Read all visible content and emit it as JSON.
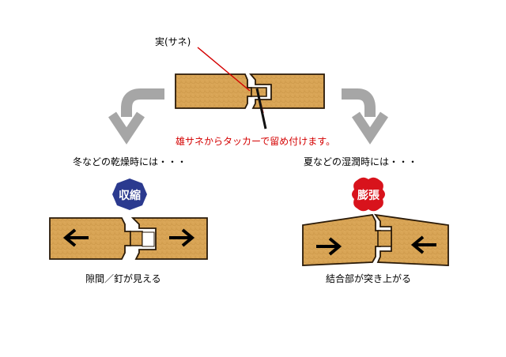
{
  "annotations": {
    "top_label": "実(サネ)",
    "fastening_note": "雄サネからタッカーで留め付けます。"
  },
  "winter": {
    "heading": "冬などの乾燥時には・・・",
    "badge": "収縮",
    "caption": "隙間／釘が見える"
  },
  "summer": {
    "heading": "夏などの湿潤時には・・・",
    "badge": "膨張",
    "caption": "結合部が突き上がる"
  },
  "colors": {
    "wood": "#d9a556",
    "wood_grain": "#c18a3c",
    "outline": "#2a1a08",
    "arrow_gray": "#a6a6a6",
    "shrink_badge": "#2b3a8f",
    "swell_badge": "#d8131c",
    "note_red": "#d40000"
  }
}
